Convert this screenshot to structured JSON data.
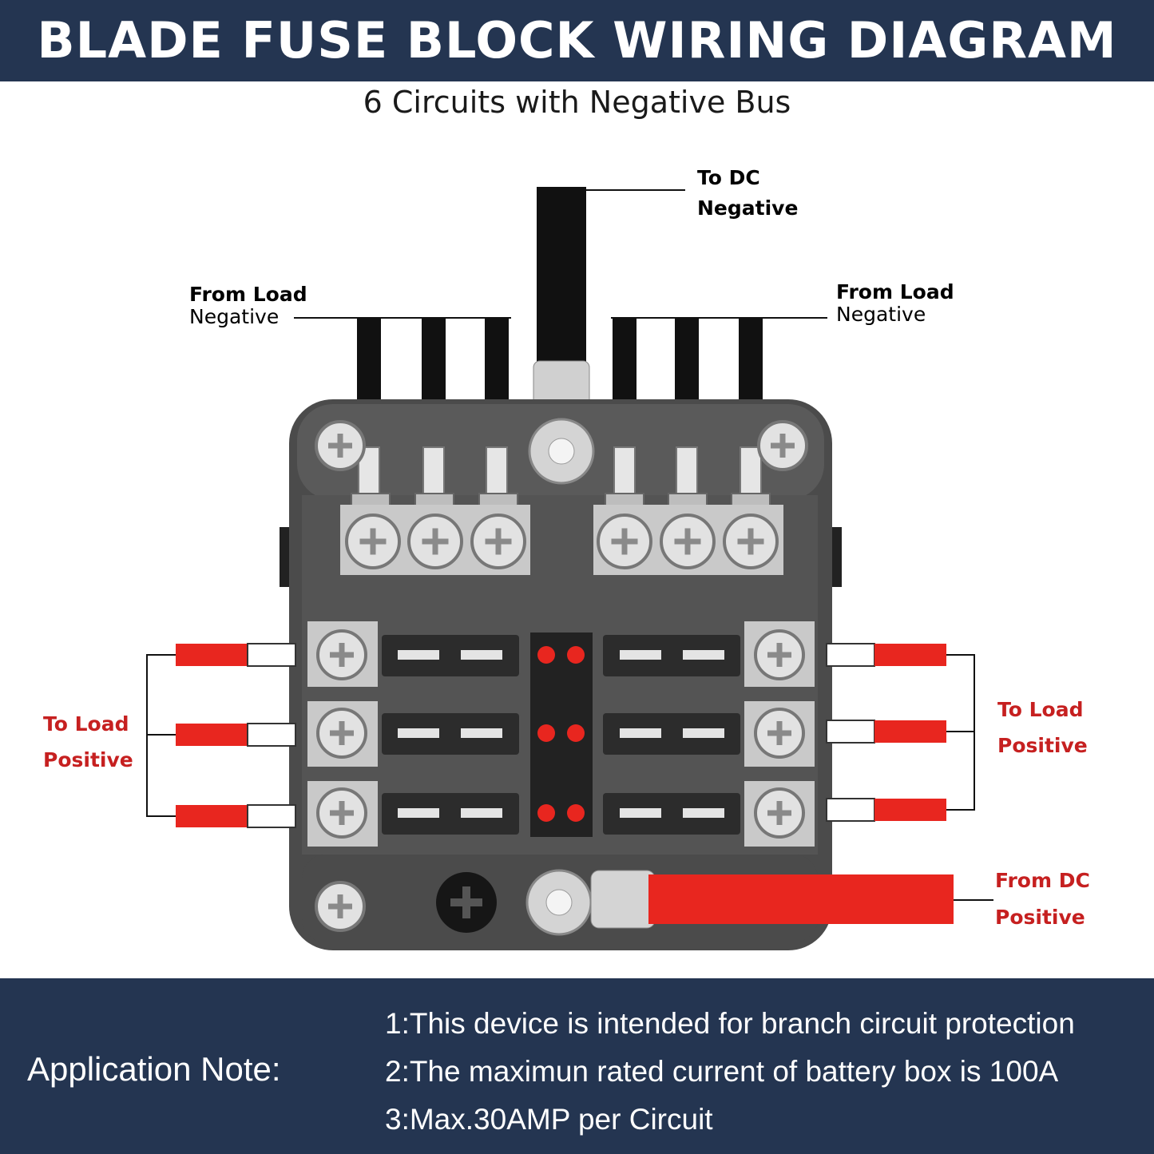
{
  "header": {
    "title": "BLADE FUSE BLOCK WIRING DIAGRAM"
  },
  "subtitle": "6 Circuits with Negative Bus",
  "labels": {
    "dc_negative": {
      "line1": "To DC",
      "line2": "Negative"
    },
    "load_negative_left": {
      "line1": "From Load",
      "line2": "Negative"
    },
    "load_negative_right": {
      "line1": "From Load",
      "line2": "Negative"
    },
    "load_positive_left": {
      "line1": "To Load",
      "line2": "Positive"
    },
    "load_positive_right": {
      "line1": "To Load",
      "line2": "Positive"
    },
    "dc_positive": {
      "line1": "From DC",
      "line2": "Positive"
    }
  },
  "colors": {
    "banner": "#243551",
    "positive_wire": "#e8261f",
    "negative_wire": "#111111",
    "housing": "#4a4a4a",
    "terminal": "#c8c8c8"
  },
  "footer": {
    "title": "Application Note:",
    "notes": [
      "1:This device is intended for branch circuit protection",
      "2:The maximun rated current of battery box is 100A",
      "3:Max.30AMP per Circuit"
    ]
  }
}
